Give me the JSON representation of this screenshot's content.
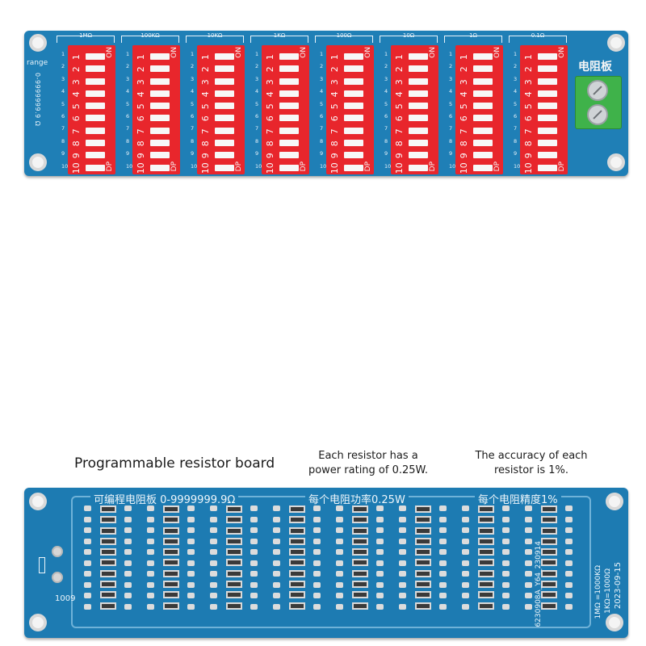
{
  "top_board": {
    "range_label": "range",
    "range_value": "0-9999999.9 Ω",
    "dip_headers": [
      "1MΩ",
      "100KΩ",
      "10KΩ",
      "1KΩ",
      "100Ω",
      "10Ω",
      "1Ω",
      "0.1Ω"
    ],
    "switch_on_label": "ON",
    "switch_dp_label": "DP",
    "positions": [
      "1",
      "2",
      "3",
      "4",
      "5",
      "6",
      "7",
      "8",
      "9",
      "10"
    ],
    "terminal_label": "电阻板"
  },
  "captions": {
    "main": "Programmable resistor board",
    "power_line1": "Each resistor has a",
    "power_line2": "power rating of 0.25W.",
    "accuracy_line1": "The accuracy of each",
    "accuracy_line2": "resistor is 1%."
  },
  "bottom_board": {
    "title": "可编程电阻板 0-9999999.9Ω",
    "power_silk": "每个电阻功率0.25W",
    "accuracy_silk": "每个电阻精度1%",
    "board_code": "1009",
    "batch_code": "6230908A_Y64_230914",
    "note_line1": "1MΩ =1000KΩ",
    "note_line2": "1KΩ=1000Ω",
    "date": "2023-09-15"
  }
}
